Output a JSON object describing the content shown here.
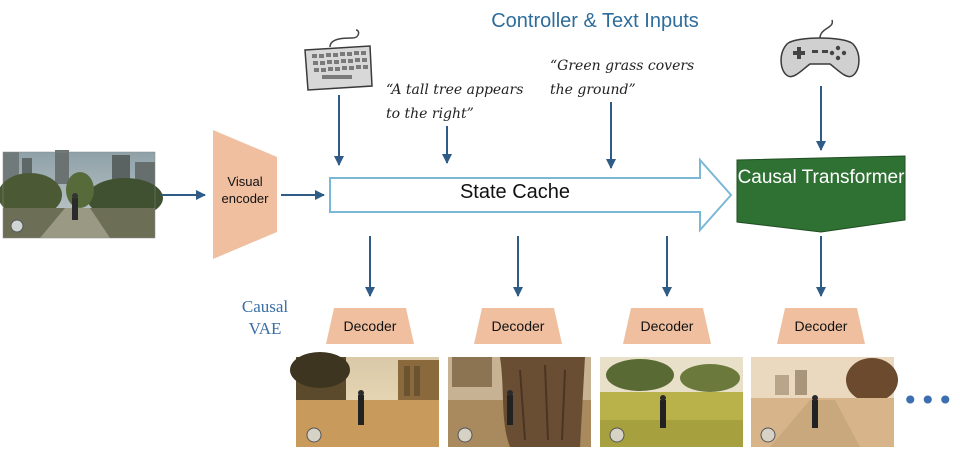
{
  "header": {
    "title": "Controller & Text Inputs"
  },
  "prompts": [
    {
      "text": "“A tall tree appears to the right”"
    },
    {
      "text": "“Green grass covers the ground”"
    }
  ],
  "encoder": {
    "label": "Visual encoder"
  },
  "state_cache": {
    "label": "State Cache"
  },
  "transformer": {
    "label": "Causal Transformer"
  },
  "vae": {
    "label": "Causal VAE"
  },
  "decoders": [
    {
      "label": "Decoder"
    },
    {
      "label": "Decoder"
    },
    {
      "label": "Decoder"
    },
    {
      "label": "Decoder"
    }
  ],
  "more": {
    "label": "•••"
  },
  "icons": {
    "keyboard": "keyboard-icon",
    "gamepad": "gamepad-icon"
  },
  "colors": {
    "arrow": "#2f5c86",
    "accent_blue": "#2e6d9b",
    "encoder_fill": "#f0bfa0",
    "transformer_fill": "#2f7033",
    "cache_border": "#7ab8d6"
  }
}
